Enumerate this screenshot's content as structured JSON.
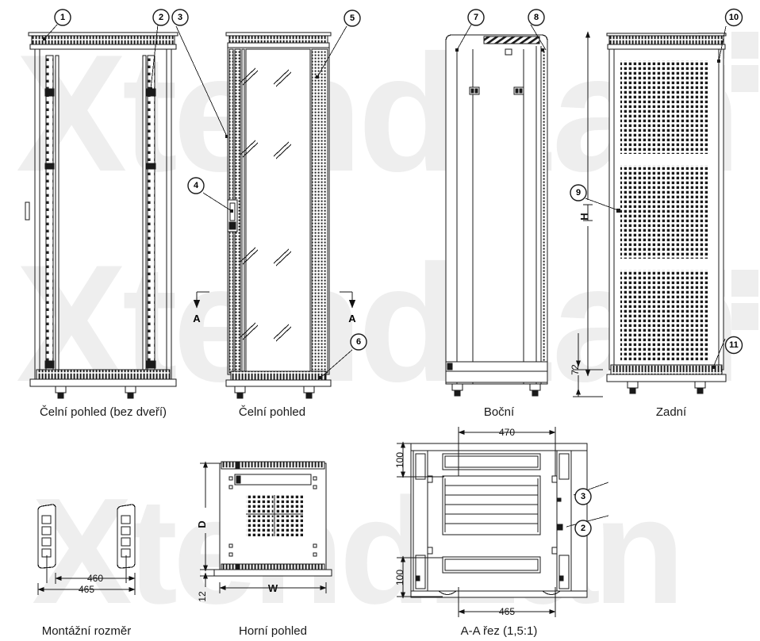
{
  "document": {
    "type": "technical-drawing",
    "subject": "19-inch server rack cabinet",
    "watermark": "XtendLan"
  },
  "views": [
    {
      "id": "front-no-door",
      "label": "Čelní pohled (bez dveří)"
    },
    {
      "id": "front",
      "label": "Čelní pohled"
    },
    {
      "id": "side",
      "label": "Boční"
    },
    {
      "id": "rear",
      "label": "Zadní"
    },
    {
      "id": "mounting",
      "label": "Montážní rozměr"
    },
    {
      "id": "top",
      "label": "Horní pohled"
    },
    {
      "id": "section",
      "label": "A-A řez (1,5:1)"
    }
  ],
  "callouts": [
    {
      "n": "1",
      "view": "front-no-door"
    },
    {
      "n": "2",
      "view": "front-no-door"
    },
    {
      "n": "3",
      "view": "front-no-door"
    },
    {
      "n": "4",
      "view": "front"
    },
    {
      "n": "5",
      "view": "front"
    },
    {
      "n": "6",
      "view": "front"
    },
    {
      "n": "7",
      "view": "side"
    },
    {
      "n": "8",
      "view": "side"
    },
    {
      "n": "9",
      "view": "rear"
    },
    {
      "n": "10",
      "view": "rear"
    },
    {
      "n": "11",
      "view": "rear"
    },
    {
      "n": "3",
      "view": "section"
    },
    {
      "n": "2",
      "view": "section"
    }
  ],
  "dimensions": {
    "rear_height": "H",
    "rear_base": "72",
    "mounting_inner": "460",
    "mounting_outer": "465",
    "top_depth": "D",
    "top_width": "W",
    "top_lip": "12",
    "section_width_outer": "470",
    "section_width_inner": "465",
    "section_top_offset": "100",
    "section_bottom_offset": "100"
  },
  "section_markers": {
    "left": "A",
    "right": "A"
  },
  "colors": {
    "line": "#1a1a1a",
    "watermark": "#eeeeee",
    "paper": "#ffffff"
  }
}
